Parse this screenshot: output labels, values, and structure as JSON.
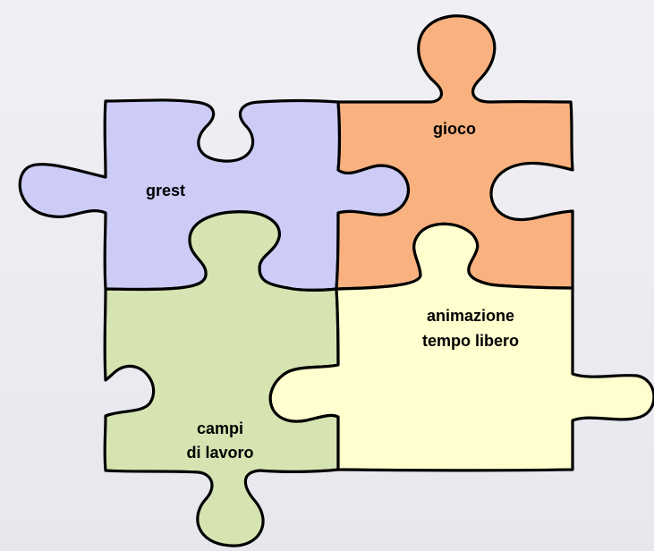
{
  "colors": {
    "background": "#ececf2",
    "outline": "#000000",
    "grest": "#ccccf7",
    "gioco": "#f9b27f",
    "campi": "#d6e4b2",
    "animazione": "#fefece"
  },
  "pieces": {
    "grest": {
      "label": "grest"
    },
    "gioco": {
      "label": "gioco"
    },
    "campi": {
      "line1": "campi",
      "line2": "di lavoro"
    },
    "animazione": {
      "line1": "animazione",
      "line2": "tempo libero"
    }
  }
}
